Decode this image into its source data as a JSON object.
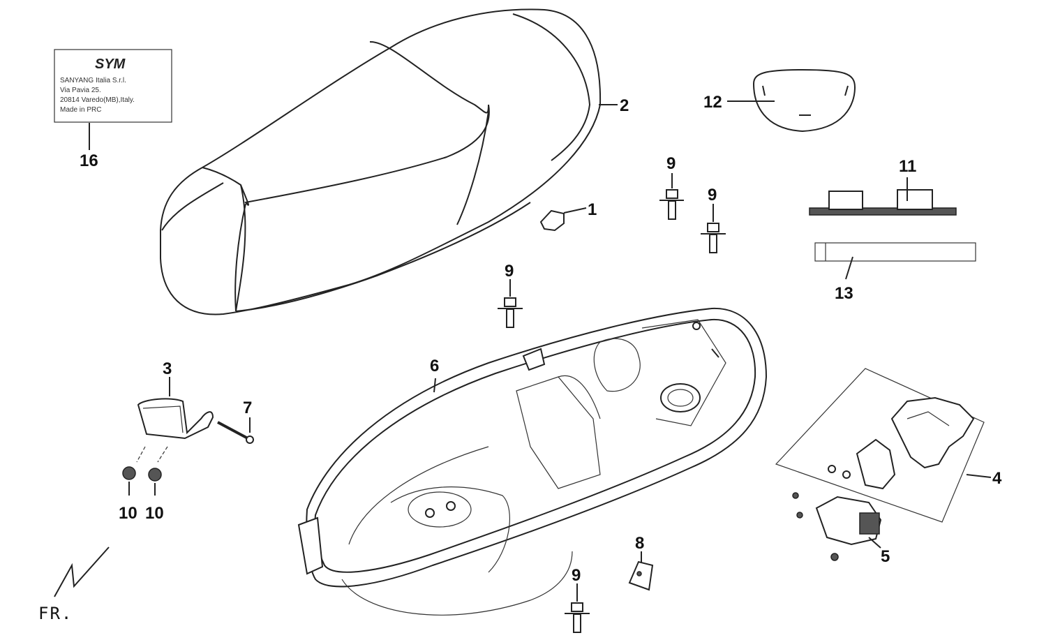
{
  "label": {
    "brand": "SYM",
    "lines": [
      "SANYANG Italia S.r.l.",
      "Via Pavia 25.",
      "20814 Varedo(MB),Italy.",
      "Made in PRC"
    ]
  },
  "callouts": {
    "c1": "1",
    "c2": "2",
    "c3": "3",
    "c4": "4",
    "c5": "5",
    "c6": "6",
    "c7": "7",
    "c8": "8",
    "c9a": "9",
    "c9b": "9",
    "c9c": "9",
    "c9d": "9",
    "c10a": "10",
    "c10b": "10",
    "c11": "11",
    "c12": "12",
    "c13": "13",
    "c16": "16"
  },
  "front_marker": "FR."
}
